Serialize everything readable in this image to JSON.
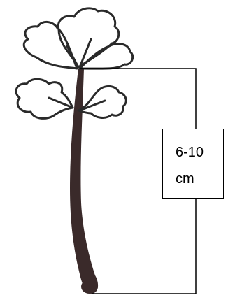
{
  "figure": {
    "subject": "seedling-cutting",
    "measurement": {
      "value_line1": "6-10",
      "value_line2": "cm"
    },
    "colors": {
      "stem": "#3a2a2a",
      "outline": "#2a2a2a",
      "bracket": "#000000",
      "background": "#ffffff"
    }
  }
}
